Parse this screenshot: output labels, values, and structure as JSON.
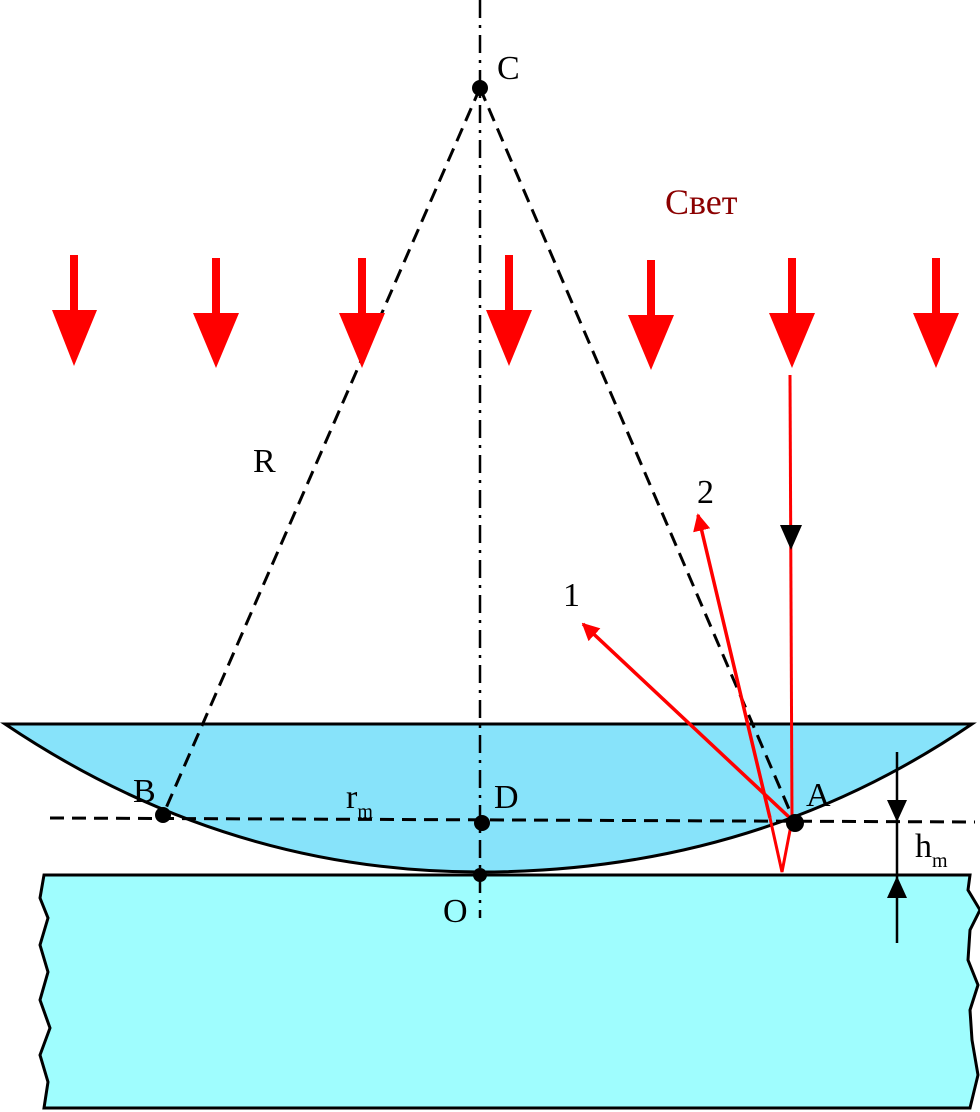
{
  "labels": {
    "C": "C",
    "light": "Свет",
    "R": "R",
    "ray2": "2",
    "ray1": "1",
    "B": "B",
    "D": "D",
    "A": "A",
    "O": "O",
    "r_base": "r",
    "r_sub": "m",
    "h_base": "h",
    "h_sub": "m"
  },
  "colors": {
    "light": "#8b0000",
    "rays": "#ff0000",
    "lens_fill": "#87e3fa",
    "plate_fill": "#9ffdfe",
    "outline": "#000000"
  },
  "incoming_light_arrow_count": 7
}
